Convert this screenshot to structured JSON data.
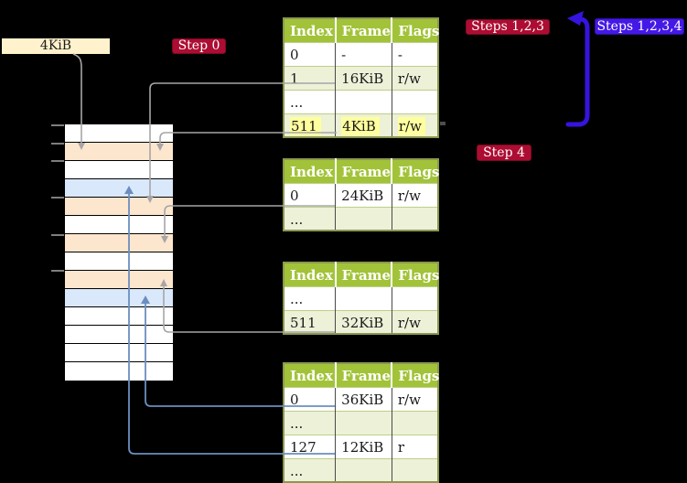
{
  "colors": {
    "background": "#000000",
    "table_header_bg": "#a2c339",
    "table_row_alt_bg": "#edf1d8",
    "table_border": "#8b9850",
    "page_table_frame": "#fde6ce",
    "mapped_page_frame": "#dae8fc",
    "free_frame": "#ffffff",
    "highlight": "#ffff9e",
    "badge_red": "#ad0d32",
    "badge_blue": "#4419e6",
    "arrow_gray": "#a6a6a6",
    "arrow_blue": "#6c8ebf",
    "loop_arrow_blue": "#3713df",
    "label_box_bg": "#fff2cc"
  },
  "labels": {
    "frame_size": "4KiB"
  },
  "badges": {
    "step0": "Step 0",
    "steps123": "Steps 1,2,3",
    "steps1234": "Steps 1,2,3,4",
    "step4": "Step 4"
  },
  "memory": {
    "rows": [
      {
        "kind": "free"
      },
      {
        "kind": "pagetable"
      },
      {
        "kind": "free"
      },
      {
        "kind": "page"
      },
      {
        "kind": "pagetable"
      },
      {
        "kind": "free"
      },
      {
        "kind": "pagetable"
      },
      {
        "kind": "free"
      },
      {
        "kind": "pagetable"
      },
      {
        "kind": "page"
      },
      {
        "kind": "free"
      },
      {
        "kind": "free"
      },
      {
        "kind": "free"
      },
      {
        "kind": "free"
      }
    ]
  },
  "tables": [
    {
      "headers": [
        "Index",
        "Frame",
        "Flags"
      ],
      "rows": [
        {
          "index": "0",
          "frame": "-",
          "flags": "-"
        },
        {
          "index": "1",
          "frame": "16KiB",
          "flags": "r/w"
        },
        {
          "index": "...",
          "frame": "",
          "flags": ""
        },
        {
          "index": "511",
          "frame": "4KiB",
          "flags": "r/w"
        }
      ]
    },
    {
      "headers": [
        "Index",
        "Frame",
        "Flags"
      ],
      "rows": [
        {
          "index": "0",
          "frame": "24KiB",
          "flags": "r/w"
        },
        {
          "index": "...",
          "frame": "",
          "flags": ""
        }
      ]
    },
    {
      "headers": [
        "Index",
        "Frame",
        "Flags"
      ],
      "rows": [
        {
          "index": "...",
          "frame": "",
          "flags": ""
        },
        {
          "index": "511",
          "frame": "32KiB",
          "flags": "r/w"
        }
      ]
    },
    {
      "headers": [
        "Index",
        "Frame",
        "Flags"
      ],
      "rows": [
        {
          "index": "0",
          "frame": "36KiB",
          "flags": "r/w"
        },
        {
          "index": "...",
          "frame": "",
          "flags": ""
        },
        {
          "index": "127",
          "frame": "12KiB",
          "flags": "r"
        },
        {
          "index": "...",
          "frame": "",
          "flags": ""
        }
      ]
    }
  ]
}
